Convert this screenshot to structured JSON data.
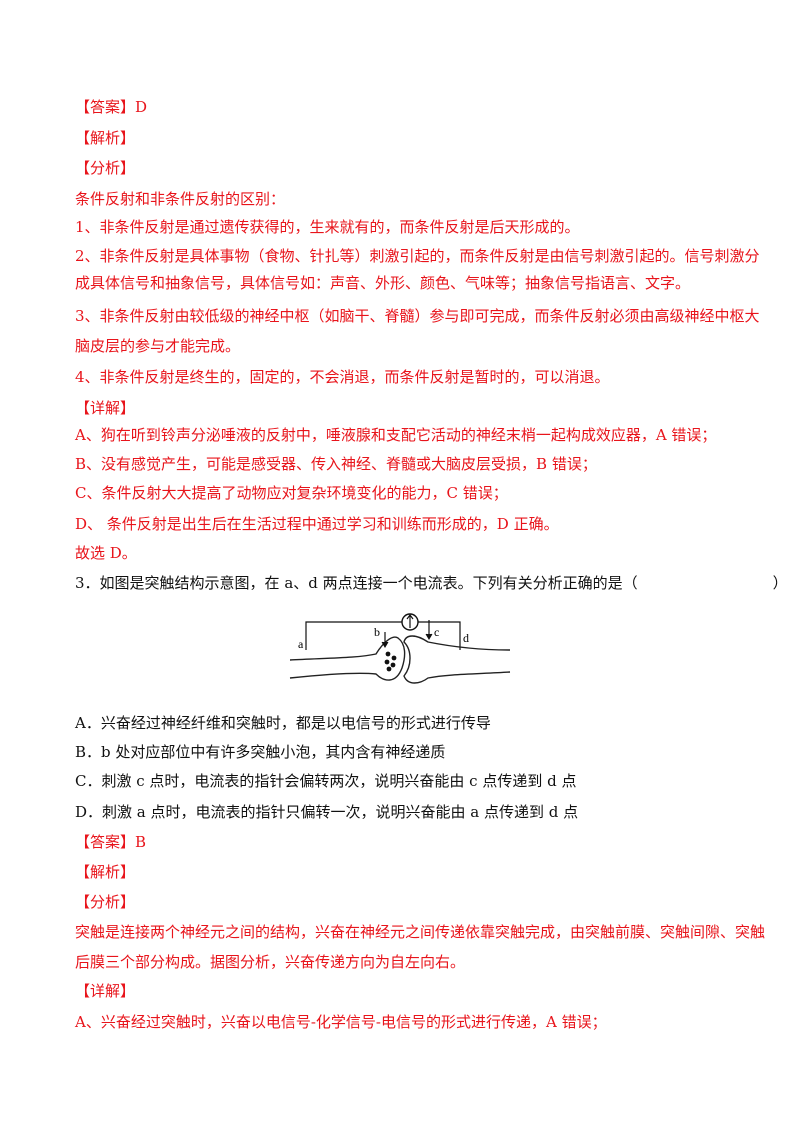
{
  "q2": {
    "answer": "【答案】D",
    "jiexi": "【解析】",
    "fenxi": "【分析】",
    "intro": "条件反射和非条件反射的区别：",
    "p1": "1、非条件反射是通过遗传获得的，生来就有的，而条件反射是后天形成的。",
    "p2a": "2、非条件反射是具体事物（食物、针扎等）刺激引起的，而条件反射是由信号刺激引起的。信号刺激分",
    "p2b": "成具体信号和抽象信号，具体信号如：声音、外形、颜色、气味等；抽象信号指语言、文字。",
    "p3a": "3、非条件反射由较低级的神经中枢（如脑干、脊髓）参与即可完成，而条件反射必须由高级神经中枢大",
    "p3b": "脑皮层的参与才能完成。",
    "p4": "4、非条件反射是终生的，固定的，不会消退，而条件反射是暂时的，可以消退。",
    "xiangjie": "【详解】",
    "dA": "A、狗在听到铃声分泌唾液的反射中，唾液腺和支配它活动的神经末梢一起构成效应器，A 错误；",
    "dB": "B、没有感觉产生，可能是感受器、传入神经、脊髓或大脑皮层受损，B 错误；",
    "dC": "C、条件反射大大提高了动物应对复杂环境变化的能力，C 错误；",
    "dD": "D、  条件反射是出生后在生活过程中通过学习和训练而形成的，D 正确。",
    "conclusion": "故选 D。"
  },
  "q3": {
    "stem": "3．如图是突触结构示意图，在 a、d 两点连接一个电流表。下列有关分析正确的是（　　　　　　　　　）",
    "diagram_labels": {
      "a": "a",
      "b": "b",
      "c": "c",
      "d": "d"
    },
    "optA": "A．兴奋经过神经纤维和突触时，都是以电信号的形式进行传导",
    "optB": "B．b 处对应部位中有许多突触小泡，其内含有神经递质",
    "optC": "C．刺激 c 点时，电流表的指针会偏转两次，说明兴奋能由 c 点传递到 d 点",
    "optD": "D．刺激 a 点时，电流表的指针只偏转一次，说明兴奋能由 a 点传递到 d 点",
    "answer": "【答案】B",
    "jiexi": "【解析】",
    "fenxi": "【分析】",
    "an1": "突触是连接两个神经元之间的结构，兴奋在神经元之间传递依靠突触完成，由突触前膜、突触间隙、突触",
    "an2": "后膜三个部分构成。据图分析，兴奋传递方向为自左向右。",
    "xiangjie": "【详解】",
    "dA": "A、兴奋经过突触时，兴奋以电信号-化学信号-电信号的形式进行传递，A 错误；"
  }
}
